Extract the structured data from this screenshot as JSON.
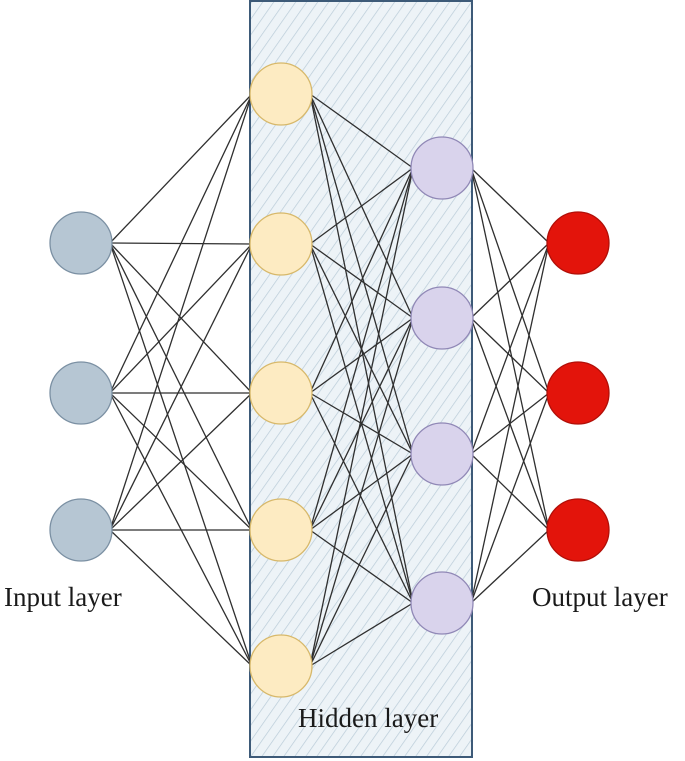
{
  "labels": {
    "input": "Input layer",
    "hidden": "Hidden layer",
    "output": "Output layer"
  },
  "layers": [
    {
      "id": "input",
      "node_count": 3,
      "fill": "#b6c6d3",
      "stroke": "#7b90a3"
    },
    {
      "id": "hidden-1",
      "node_count": 5,
      "fill": "#fdebc2",
      "stroke": "#d7b86a"
    },
    {
      "id": "hidden-2",
      "node_count": 4,
      "fill": "#d9d3ec",
      "stroke": "#9088b6"
    },
    {
      "id": "output",
      "node_count": 3,
      "fill": "#e3140b",
      "stroke": "#b10f08"
    }
  ],
  "connections": "fully-connected",
  "colors": {
    "edge": "#2f2f2f",
    "hidden_panel_fill": "#e8eff4",
    "hidden_panel_border": "#3d5a78",
    "hidden_panel_hatch": "#b9cbd8"
  }
}
